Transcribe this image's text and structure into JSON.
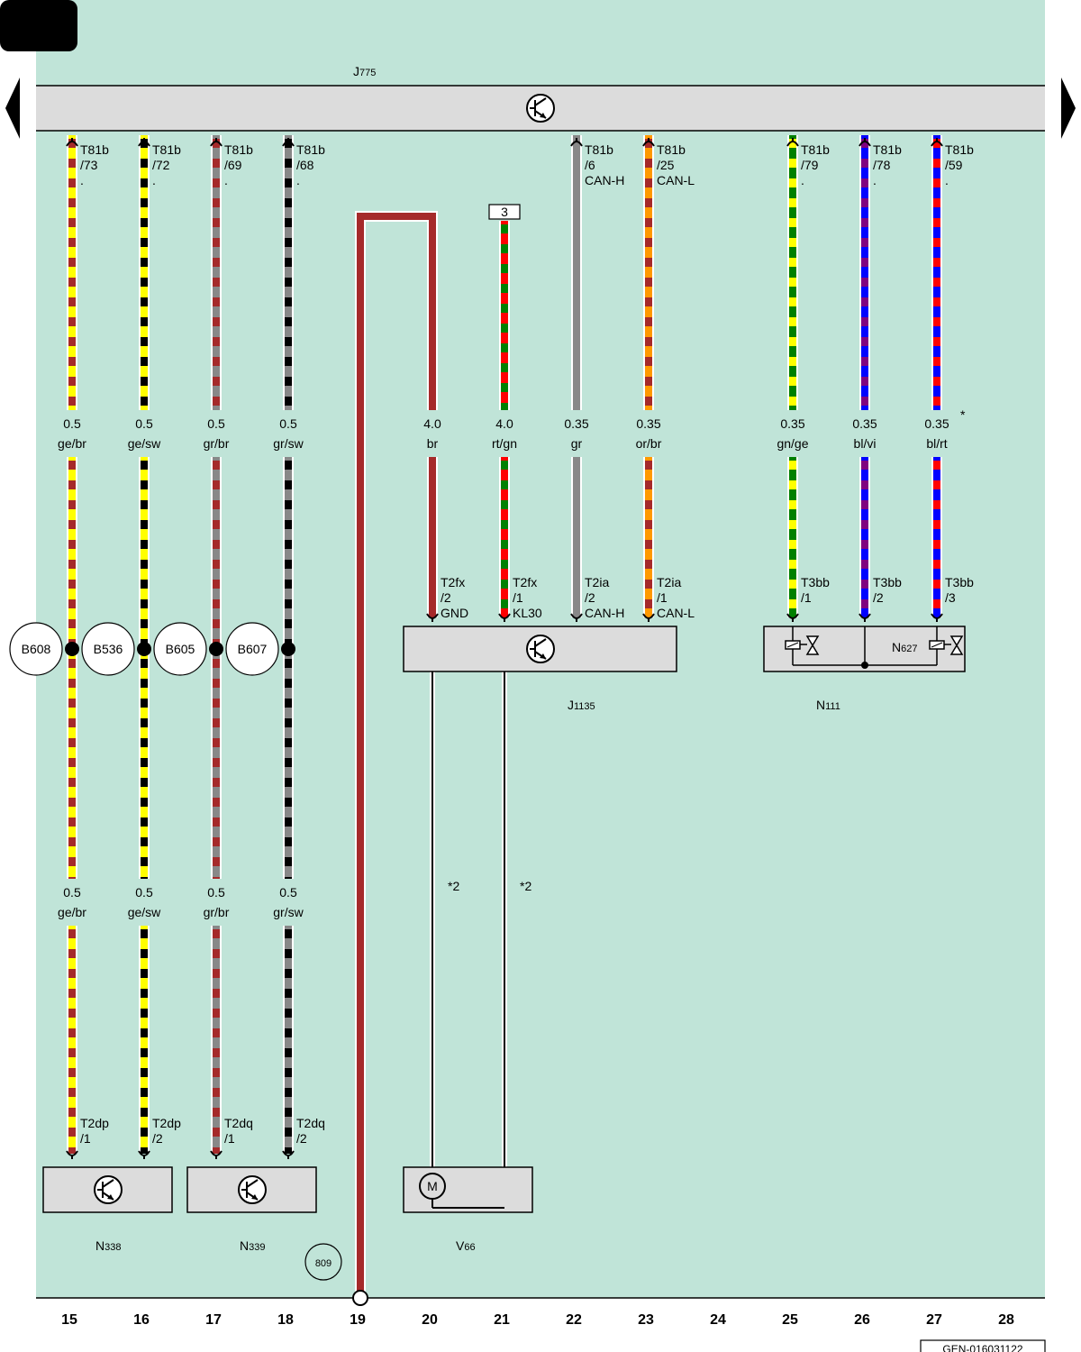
{
  "colors": {
    "background": "#c0e4d8",
    "component": "#dcdcdc",
    "ge": "#ffff00",
    "br": "#a52a2a",
    "sw": "#000000",
    "gr": "#888888",
    "rt": "#ff0000",
    "gn": "#008000",
    "or": "#ff9900",
    "bl": "#0000ff",
    "vi": "#800080"
  },
  "icons": {
    "control_unit": "transistor-icon",
    "motor": "motor-icon",
    "valve": "solenoid-valve-icon",
    "nav": [
      "arrow-left-icon",
      "arrow-right-icon"
    ]
  },
  "components": {
    "j775": {
      "main": "J",
      "sub": "775"
    },
    "j1135": {
      "main": "J",
      "sub": "1135"
    },
    "n111": {
      "main": "N",
      "sub": "111"
    },
    "n627": {
      "main": "N",
      "sub": "627"
    },
    "n338": {
      "main": "N",
      "sub": "338"
    },
    "n339": {
      "main": "N",
      "sub": "339"
    },
    "v66": {
      "main": "V",
      "sub": "66"
    },
    "motor": "M"
  },
  "wires": [
    {
      "col": 15,
      "pin": [
        "T81b",
        "/73",
        "."
      ],
      "size": "0.5",
      "code": "ge/br",
      "size2": "0.5",
      "code2": "ge/br",
      "splice": "B608",
      "bottom_pin": [
        "T2dp",
        "/1"
      ]
    },
    {
      "col": 16,
      "pin": [
        "T81b",
        "/72",
        "."
      ],
      "size": "0.5",
      "code": "ge/sw",
      "size2": "0.5",
      "code2": "ge/sw",
      "splice": "B536",
      "bottom_pin": [
        "T2dp",
        "/2"
      ]
    },
    {
      "col": 17,
      "pin": [
        "T81b",
        "/69",
        "."
      ],
      "size": "0.5",
      "code": "gr/br",
      "size2": "0.5",
      "code2": "gr/br",
      "splice": "B605",
      "bottom_pin": [
        "T2dq",
        "/1"
      ]
    },
    {
      "col": 18,
      "pin": [
        "T81b",
        "/68",
        "."
      ],
      "size": "0.5",
      "code": "gr/sw",
      "size2": "0.5",
      "code2": "gr/sw",
      "splice": "B607",
      "bottom_pin": [
        "T2dq",
        "/2"
      ]
    },
    {
      "col": 20,
      "size": "4.0",
      "code": "br",
      "bottom_pin": [
        "T2fx",
        "/2",
        "GND"
      ],
      "note": "*2"
    },
    {
      "col": 21,
      "size": "4.0",
      "code": "rt/gn",
      "bottom_pin": [
        "T2fx",
        "/1",
        "KL30"
      ],
      "note": "*2",
      "ref_box": "3"
    },
    {
      "col": 22,
      "pin": [
        "T81b",
        "/6",
        "CAN-H"
      ],
      "size": "0.35",
      "code": "gr",
      "bottom_pin": [
        "T2ia",
        "/2",
        "CAN-H"
      ]
    },
    {
      "col": 23,
      "pin": [
        "T81b",
        "/25",
        "CAN-L"
      ],
      "size": "0.35",
      "code": "or/br",
      "bottom_pin": [
        "T2ia",
        "/1",
        "CAN-L"
      ]
    },
    {
      "col": 25,
      "pin": [
        "T81b",
        "/79",
        "."
      ],
      "size": "0.35",
      "code": "gn/ge",
      "bottom_pin": [
        "T3bb",
        "/1"
      ]
    },
    {
      "col": 26,
      "pin": [
        "T81b",
        "/78",
        "."
      ],
      "size": "0.35",
      "code": "bl/vi",
      "bottom_pin": [
        "T3bb",
        "/2"
      ]
    },
    {
      "col": 27,
      "pin": [
        "T81b",
        "/59",
        "."
      ],
      "size": "0.35",
      "code": "bl/rt",
      "bottom_pin": [
        "T3bb",
        "/3"
      ],
      "mark": "*"
    }
  ],
  "ground_point": "809",
  "columns": [
    "15",
    "16",
    "17",
    "18",
    "19",
    "20",
    "21",
    "22",
    "23",
    "24",
    "25",
    "26",
    "27",
    "28"
  ],
  "footer_code": "GEN-016031122"
}
